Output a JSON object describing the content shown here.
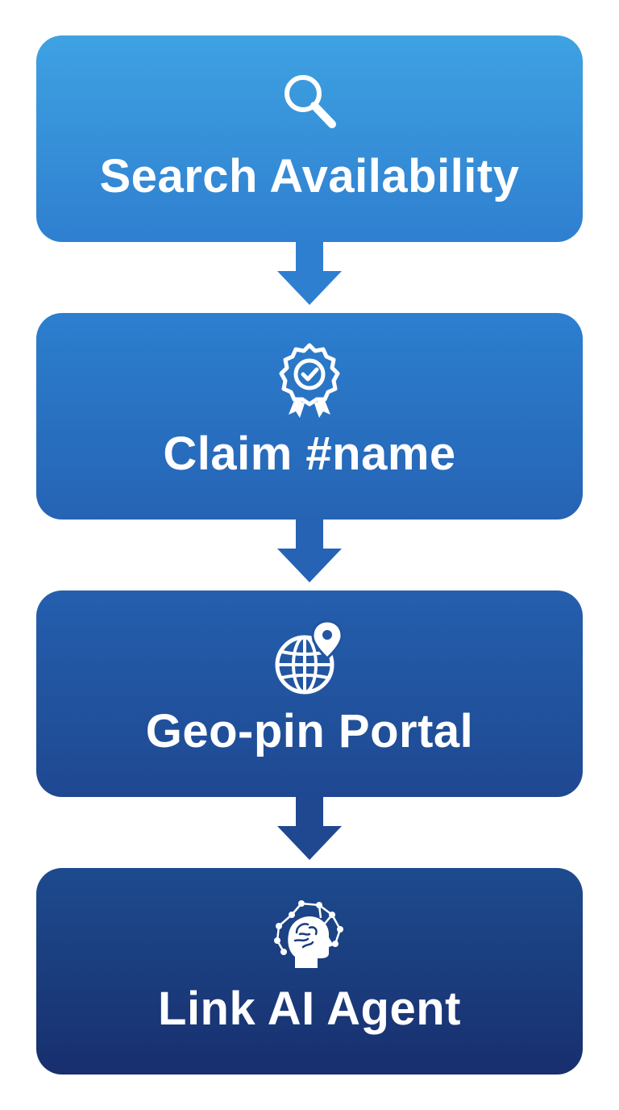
{
  "steps": [
    {
      "label": "Search Availability",
      "icon": "search-icon"
    },
    {
      "label": "Claim #name",
      "icon": "badge-check-icon"
    },
    {
      "label": "Geo-pin Portal",
      "icon": "globe-pin-icon"
    },
    {
      "label": "Link AI Agent",
      "icon": "ai-head-network-icon"
    }
  ],
  "colors": {
    "step_1": "#3a96dd",
    "step_2": "#2a70c2",
    "step_3": "#2254a0",
    "step_4": "#1a3c7e",
    "arrow_1": "#2f7fd0",
    "arrow_2": "#2663b4",
    "arrow_3": "#1f4891",
    "icon_text": "#ffffff"
  }
}
